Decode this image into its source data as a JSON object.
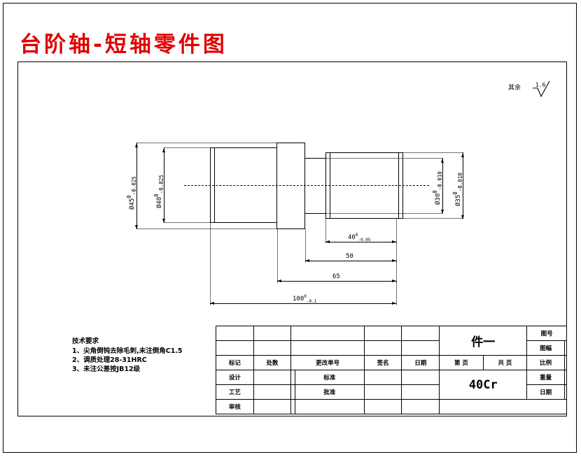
{
  "title": "台阶轴-短轴零件图",
  "surface_note": {
    "label": "其余",
    "value": "1.6",
    "symbol": "roughness-triangle"
  },
  "drawing": {
    "name": "stepped-shaft",
    "diameter_dims": [
      {
        "id": "d45",
        "text": "Ø45",
        "upper": "0",
        "lower": "-0.025"
      },
      {
        "id": "d40",
        "text": "Ø40",
        "upper": "0",
        "lower": "-0.025"
      },
      {
        "id": "d30",
        "text": "Ø30",
        "upper": "0",
        "lower": "-0.010"
      },
      {
        "id": "d35",
        "text": "Ø35",
        "upper": "0",
        "lower": "-0.010"
      }
    ],
    "length_dims": [
      {
        "id": "L40",
        "text": "40",
        "upper": "0",
        "lower": "-0.05"
      },
      {
        "id": "L50",
        "text": "50",
        "upper": "",
        "lower": ""
      },
      {
        "id": "L65",
        "text": "65",
        "upper": "",
        "lower": ""
      },
      {
        "id": "L100",
        "text": "100",
        "upper": "0",
        "lower": "-0.1"
      }
    ]
  },
  "tech_req": {
    "heading": "技术要求",
    "lines": [
      "1、尖角倒钝去除毛刺,未注倒角C1.5",
      "2、调质处理28-31HRC",
      "3、未注公差按JB12级"
    ]
  },
  "title_block": {
    "part_name": "件一",
    "material": "40Cr",
    "revision_headers": [
      "标记",
      "处数",
      "更改单号",
      "签名",
      "日期"
    ],
    "roles": [
      {
        "label": "设计",
        "second": "标准"
      },
      {
        "label": "工艺",
        "second": "批准"
      },
      {
        "label": "审核",
        "second": ""
      }
    ],
    "page_labels": [
      "第    页",
      "共    页"
    ],
    "right_labels": [
      "图号",
      "图幅",
      "比例",
      "重量",
      "日期"
    ]
  },
  "colors": {
    "title_red": "#e00000",
    "line_black": "#000000",
    "background": "#ffffff"
  }
}
